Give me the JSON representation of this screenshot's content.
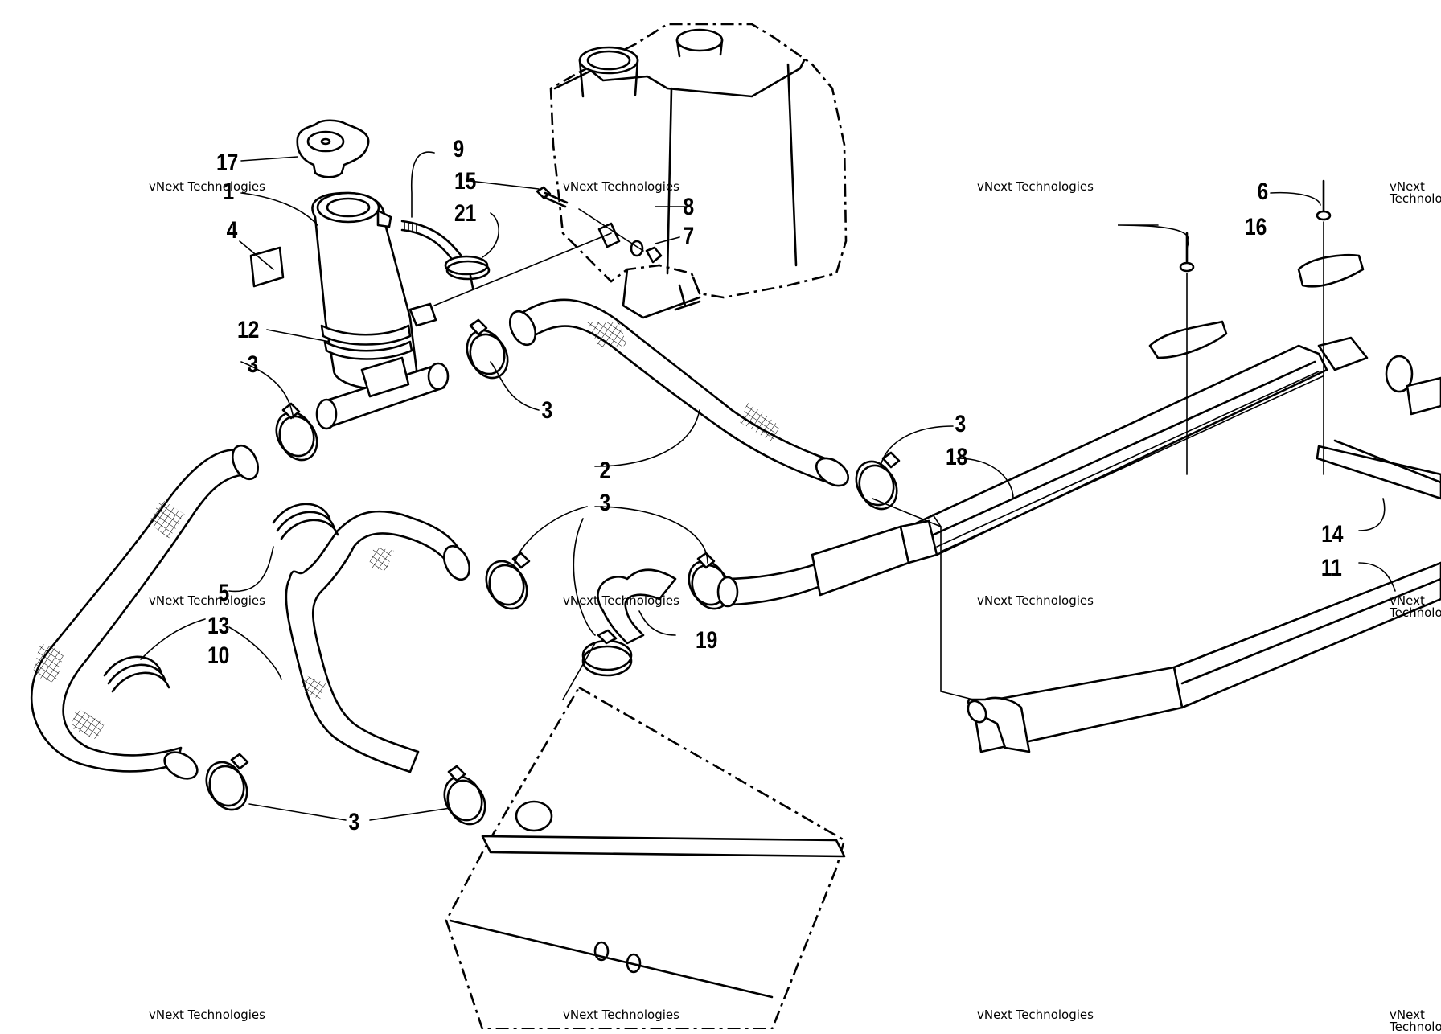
{
  "diagram": {
    "callouts": [
      "1",
      "2",
      "3",
      "4",
      "5",
      "6",
      "7",
      "8",
      "9",
      "10",
      "11",
      "12",
      "13",
      "14",
      "15",
      "16",
      "17",
      "18",
      "19",
      "21"
    ],
    "watermark": {
      "line1": "vNext Technologies",
      "line2": "vNext\nTechnologies"
    }
  }
}
